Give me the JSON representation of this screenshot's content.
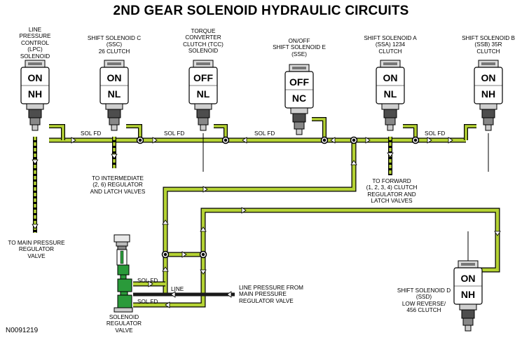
{
  "title": "2ND GEAR SOLENOID HYDRAULIC CIRCUITS",
  "figure_id": "N0091219",
  "solenoids": [
    {
      "label_lines": [
        "LINE",
        "PRESSURE",
        "CONTROL",
        "(LPC)",
        "SOLENOID"
      ],
      "state": "ON",
      "type": "NH"
    },
    {
      "label_lines": [
        "SHIFT SOLENOID C",
        "(SSC)",
        "26 CLUTCH"
      ],
      "state": "ON",
      "type": "NL"
    },
    {
      "label_lines": [
        "TORQUE",
        "CONVERTER",
        "CLUTCH (TCC)",
        "SOLENOID"
      ],
      "state": "OFF",
      "type": "NL"
    },
    {
      "label_lines": [
        "ON/OFF",
        "SHIFT SOLENOID E",
        "(SSE)"
      ],
      "state": "OFF",
      "type": "NC"
    },
    {
      "label_lines": [
        "SHIFT SOLENOID A",
        "(SSA) 1234",
        "CLUTCH"
      ],
      "state": "ON",
      "type": "NL"
    },
    {
      "label_lines": [
        "SHIFT SOLENOID B",
        "(SSB) 35R",
        "CLUTCH"
      ],
      "state": "ON",
      "type": "NH"
    },
    {
      "label_lines": [
        "SHIFT SOLENOID D",
        "(SSD)",
        "LOW REVERSE/",
        "456 CLUTCH"
      ],
      "state": "ON",
      "type": "NH"
    }
  ],
  "line_labels": {
    "sol_fd": "SOL FD",
    "line": "LINE"
  },
  "destinations": {
    "intermediate": [
      "TO INTERMEDIATE",
      "(2, 6) REGULATOR",
      "AND LATCH VALVES"
    ],
    "forward": [
      "TO FORWARD",
      "(1, 2, 3, 4) CLUTCH",
      "REGULATOR AND",
      "LATCH VALVES"
    ],
    "main_pressure": [
      "TO MAIN PRESSURE",
      "REGULATOR",
      "VALVE"
    ],
    "line_pressure": [
      "LINE PRESSURE FROM",
      "MAIN PRESSURE",
      "REGULATOR VALVE"
    ],
    "regulator": [
      "SOLENOID",
      "REGULATOR",
      "VALVE"
    ]
  },
  "colors": {
    "sol_fd_fill": "#b5d334",
    "line_pressure": "#1a1a1a",
    "valve_green": "#2a9a3a",
    "outline": "#000000"
  }
}
